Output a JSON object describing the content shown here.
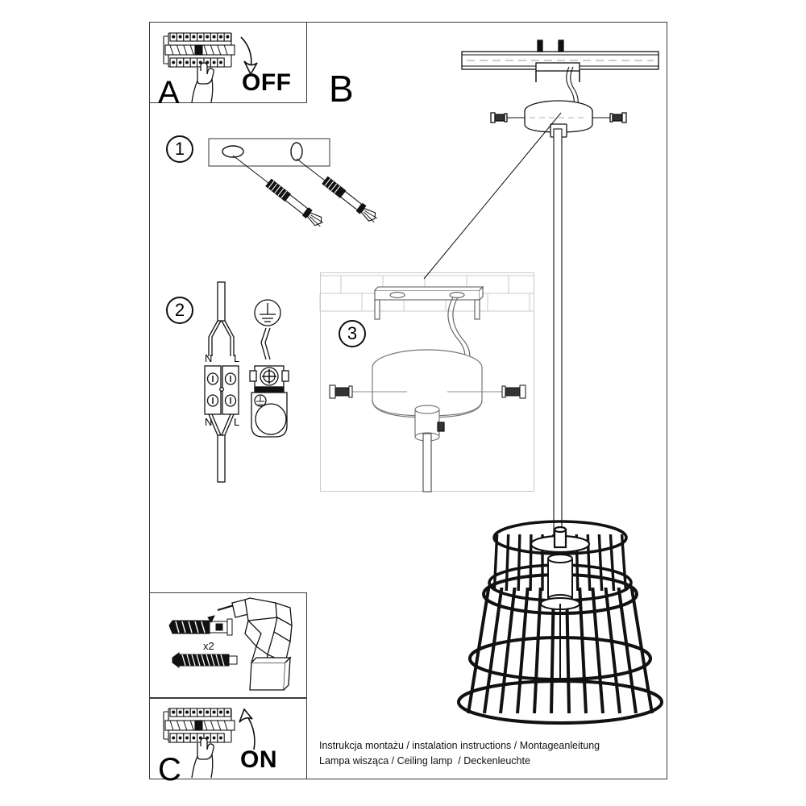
{
  "document": {
    "type": "installation-instruction-sheet",
    "product": "wire cage pendant ceiling lamp",
    "caption_line1": "Instrukcja montażu / instalation instructions / Montageanleitung",
    "caption_line2": "Lampa wisząca / Ceiling lamp  / Deckenleuchte",
    "line_color": "#3a3a3a",
    "ink_color": "#111111"
  },
  "panels": {
    "a": {
      "letter": "A",
      "action_label": "OFF",
      "icon": "circuit-breaker-panel",
      "hand": "finger-pressing-breaker",
      "arrow": "curved-arrow-down"
    },
    "b": {
      "letter": "B",
      "description": "assembled pendant lamp mounted to ceiling"
    },
    "c": {
      "letter": "C",
      "action_label": "ON",
      "icon": "circuit-breaker-panel",
      "hand": "finger-pressing-breaker",
      "arrow": "curved-arrow-up"
    },
    "tools": {
      "quantity_label": "x2",
      "items": [
        "wall-plug-anchor",
        "screw",
        "power-drill"
      ]
    }
  },
  "steps": [
    {
      "number": "1",
      "title": "",
      "description": "mounting bracket with two holes and wall anchors with screws"
    },
    {
      "number": "2",
      "title": "",
      "description": "terminal block wiring with earth connection",
      "terminal_labels_top": [
        "N",
        "L"
      ],
      "terminal_labels_bottom": [
        "N",
        "L"
      ],
      "earth_symbol": "protective-earth"
    },
    {
      "number": "3",
      "title": "",
      "description": "canopy fixed to ceiling bracket with side screws"
    }
  ]
}
